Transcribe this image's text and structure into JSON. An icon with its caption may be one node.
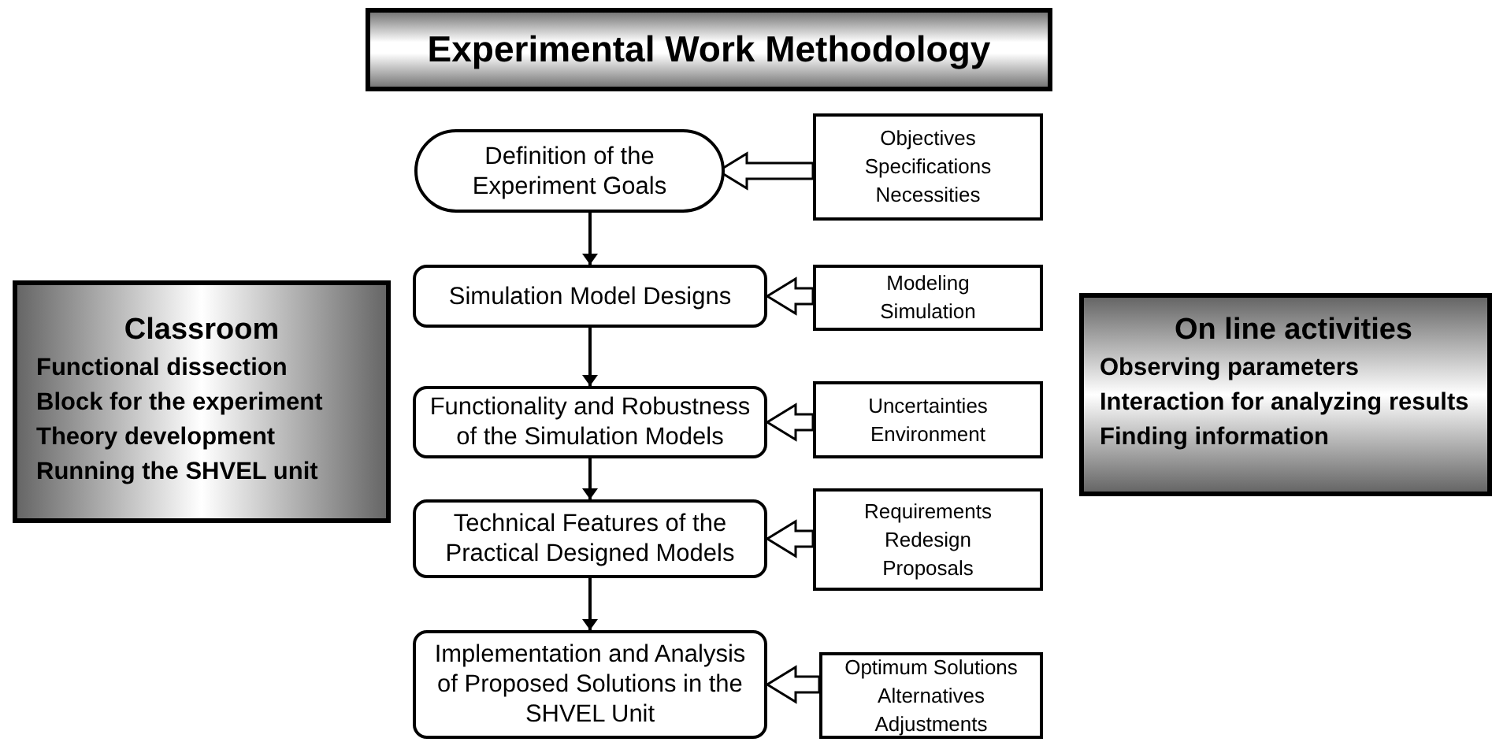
{
  "diagram": {
    "title": "Experimental Work Methodology",
    "nodes": [
      {
        "text": [
          "Definition of the Experiment Goals"
        ]
      },
      {
        "text": [
          "Objectives",
          "Specifications",
          "Necessities"
        ]
      },
      {
        "text": [
          "Simulation Model Designs"
        ]
      },
      {
        "text": [
          "Modeling",
          "Simulation"
        ]
      },
      {
        "text": [
          "Functionality and Robustness of the Simulation Models"
        ]
      },
      {
        "text": [
          "Uncertainties",
          "Environment"
        ]
      },
      {
        "text": [
          "Technical Features of the Practical Designed Models"
        ]
      },
      {
        "text": [
          "Requirements",
          "Redesign",
          "Proposals"
        ]
      },
      {
        "text": [
          "Implementation and Analysis of Proposed Solutions in the SHVEL Unit"
        ]
      },
      {
        "text": [
          "Optimum Solutions",
          "Alternatives",
          "Adjustments"
        ]
      },
      {
        "text": [
          "Classroom",
          "Functional dissection",
          "Block for the experiment",
          "Theory development",
          "Running the SHVEL unit"
        ]
      },
      {
        "text": [
          "On line activities",
          "Observing parameters",
          "Interaction for analyzing results",
          "Finding information"
        ]
      }
    ],
    "edges": [
      {
        "from": 0,
        "to": 2,
        "arrow": "to"
      },
      {
        "from": 2,
        "to": 4,
        "arrow": "to"
      },
      {
        "from": 4,
        "to": 6,
        "arrow": "to"
      },
      {
        "from": 6,
        "to": 8,
        "arrow": "to"
      },
      {
        "from": 1,
        "to": 0,
        "arrow": "to",
        "style": "thick"
      },
      {
        "from": 3,
        "to": 2,
        "arrow": "to",
        "style": "thick"
      },
      {
        "from": 5,
        "to": 4,
        "arrow": "to",
        "style": "thick"
      },
      {
        "from": 7,
        "to": 6,
        "arrow": "to",
        "style": "thick"
      },
      {
        "from": 9,
        "to": 8,
        "arrow": "to",
        "style": "thick"
      }
    ]
  }
}
